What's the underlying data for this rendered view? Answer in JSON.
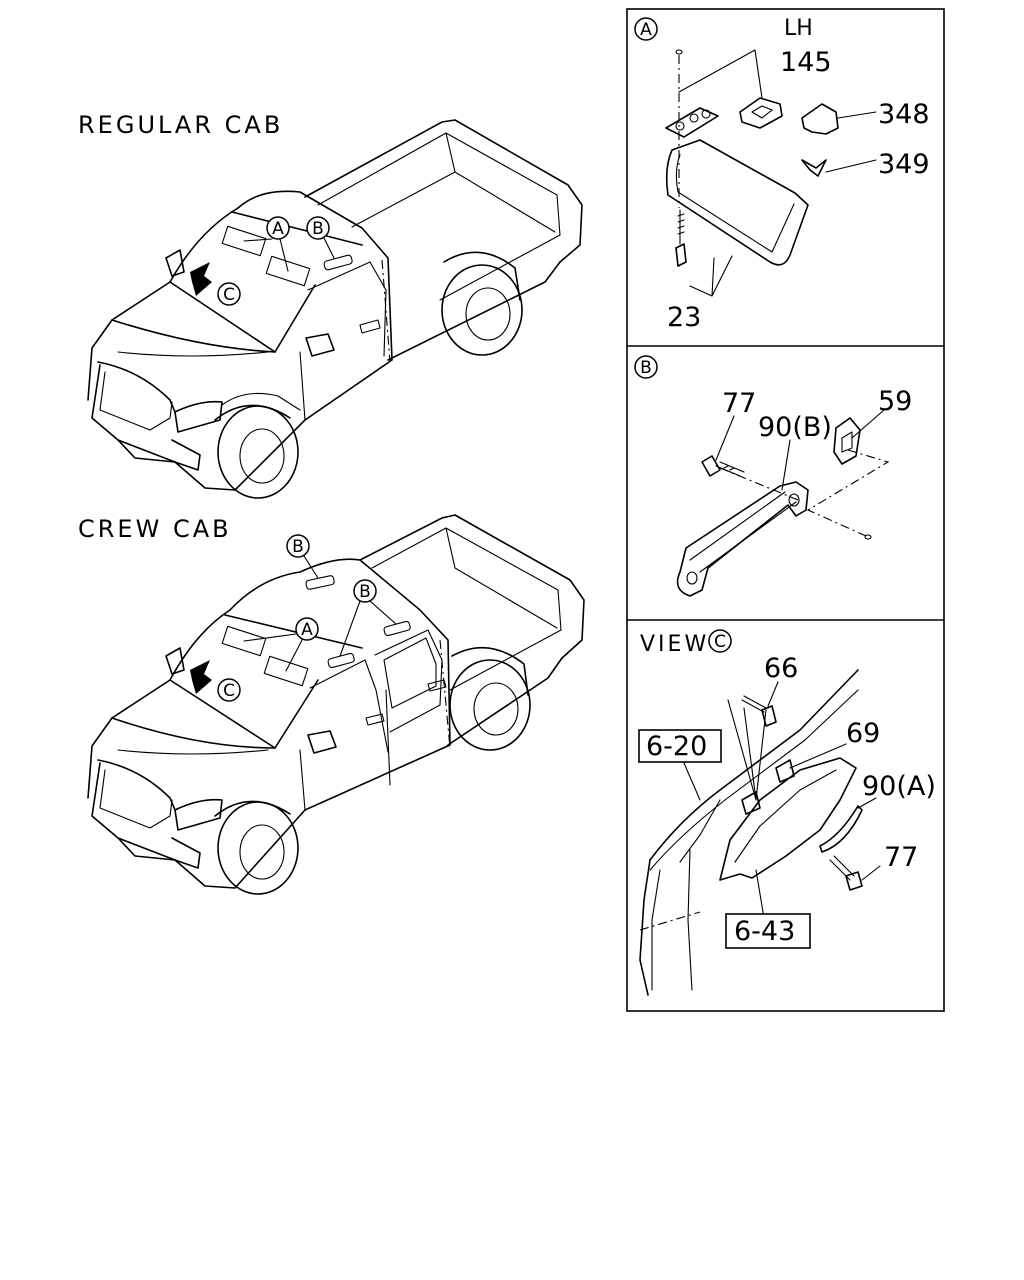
{
  "trucks": {
    "regular": {
      "label": "REGULAR CAB",
      "markers": {
        "a": "A",
        "b": "B",
        "c": "C"
      }
    },
    "crew": {
      "label": "CREW CAB",
      "markers": {
        "a": "A",
        "b1": "B",
        "b2": "B",
        "c": "C"
      }
    }
  },
  "panel_a": {
    "marker": "A",
    "side": "LH",
    "parts": {
      "p145": "145",
      "p348": "348",
      "p349": "349",
      "p23": "23"
    }
  },
  "panel_b": {
    "marker": "B",
    "parts": {
      "p77": "77",
      "p90b": "90(B)",
      "p59": "59"
    }
  },
  "panel_c": {
    "view_label": "VIEW",
    "marker": "C",
    "parts": {
      "p66": "66",
      "p69": "69",
      "p90a": "90(A)",
      "p77": "77"
    },
    "refs": {
      "r620": "6-20",
      "r643": "6-43"
    }
  }
}
